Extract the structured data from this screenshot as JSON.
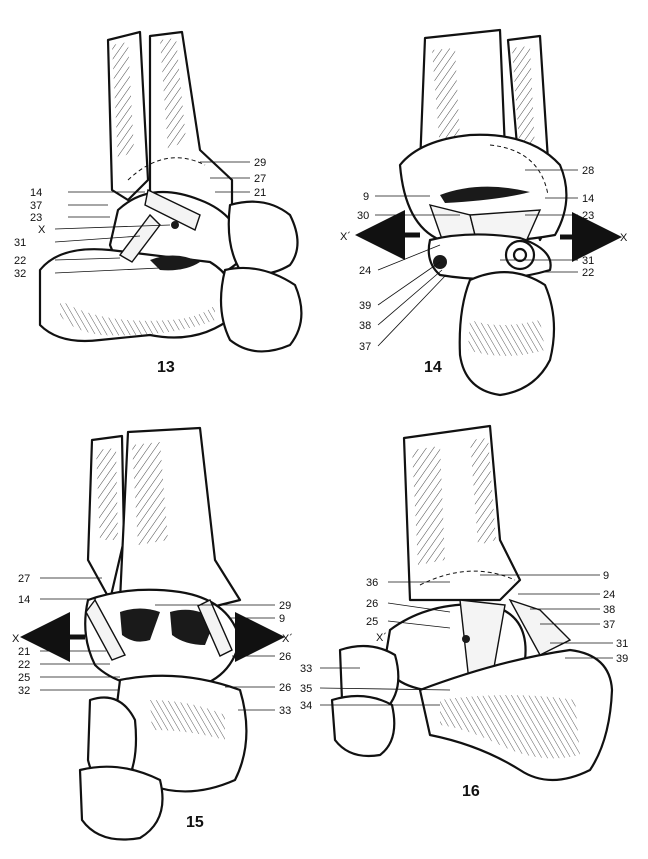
{
  "figures": [
    {
      "number": "13",
      "labels": [
        "29",
        "27",
        "21",
        "14",
        "37",
        "23",
        "X",
        "31",
        "22",
        "32"
      ]
    },
    {
      "number": "14",
      "axis": {
        "left": "X´",
        "right": "X"
      },
      "labels": [
        "28",
        "9",
        "14",
        "30",
        "23",
        "24",
        "31",
        "22",
        "39",
        "38",
        "37"
      ]
    },
    {
      "number": "15",
      "axis": {
        "left": "X",
        "right": "X´"
      },
      "labels": [
        "27",
        "14",
        "29",
        "9",
        "21",
        "22",
        "26",
        "25",
        "32",
        "26",
        "33"
      ]
    },
    {
      "number": "16",
      "axis": {
        "left": "X´"
      },
      "labels": [
        "9",
        "36",
        "24",
        "26",
        "38",
        "25",
        "37",
        "31",
        "33",
        "39",
        "35",
        "34"
      ]
    }
  ]
}
